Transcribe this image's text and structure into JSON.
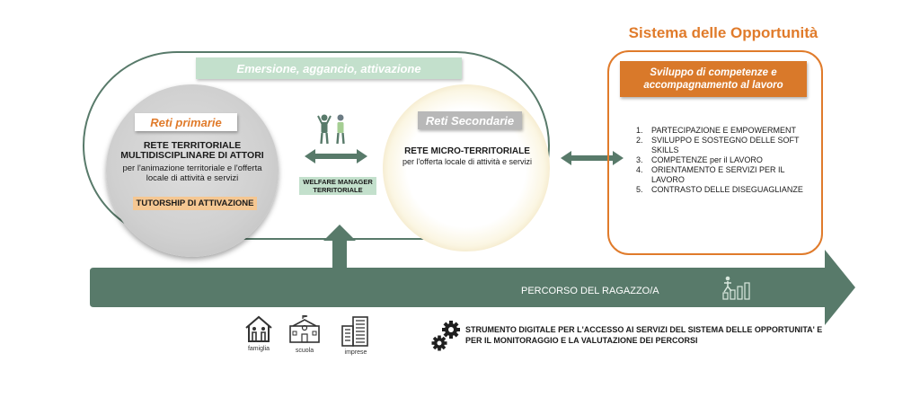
{
  "banner": "Emersione, aggancio, attivazione",
  "primary": {
    "label": "Reti primarie",
    "title": "RETE TERRITORIALE MULTIDISCIPLINARE DI ATTORI",
    "description": "per l'animazione territoriale e l'offerta locale di attività e servizi",
    "tutorship": "TUTORSHIP DI ATTIVAZIONE"
  },
  "welfare_manager": "WELFARE MANAGER TERRITORIALE",
  "secondary": {
    "label": "Reti Secondarie",
    "title": "RETE MICRO-TERRITORIALE",
    "description": "per l'offerta locale di attività e servizi"
  },
  "system": {
    "title": "Sistema delle Opportunità",
    "header": "Sviluppo di competenze e accompagnamento al lavoro",
    "items": [
      {
        "num": "1.",
        "text": "PARTECIPAZIONE E EMPOWERMENT"
      },
      {
        "num": "2.",
        "text": "SVILUPPO E SOSTEGNO DELLE SOFT SKILLS"
      },
      {
        "num": "3.",
        "text": "COMPETENZE per il LAVORO"
      },
      {
        "num": "4.",
        "text": "ORIENTAMENTO E SERVIZI PER IL LAVORO"
      },
      {
        "num": "5.",
        "text": "CONTRASTO DELLE DISEGUAGLIANZE"
      }
    ]
  },
  "path_label": "PERCORSO DEL RAGAZZO/A",
  "places": {
    "family": "famiglia",
    "school": "scuola",
    "business": "imprese"
  },
  "digital_tool": "STRUMENTO DIGITALE PER L'ACCESSO AI SERVIZI DEL SISTEMA DELLE OPPORTUNITA' E PER IL MONITORAGGIO E LA VALUTAZIONE DEI PERCORSI",
  "colors": {
    "green": "#587a6a",
    "light_green": "#c3e0cc",
    "orange": "#e07b2b",
    "tutorship": "#f5c792"
  }
}
